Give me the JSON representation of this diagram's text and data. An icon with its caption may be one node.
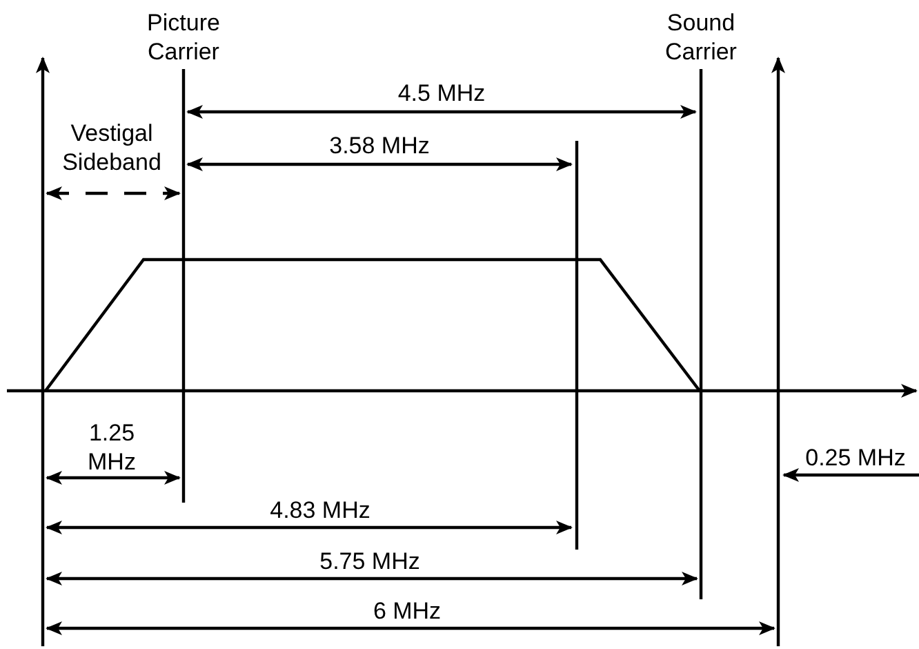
{
  "diagram": {
    "labels": [
      "Picture Carrier",
      "Sound Carrier",
      "4.5 MHz",
      "Vestigal Sideband",
      "3.58 MHz",
      "1.25 MHz",
      "0.25 MHz",
      "4.83 MHz",
      "5.75 MHz",
      "6 MHz"
    ]
  }
}
